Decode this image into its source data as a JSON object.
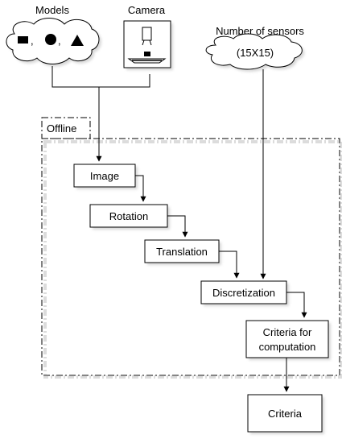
{
  "labels": {
    "models": "Models",
    "camera": "Camera",
    "sensors_title": "Number of sensors",
    "sensors_value": "(15X15)",
    "offline": "Offline"
  },
  "models_shapes": [
    "square",
    "circle",
    "triangle"
  ],
  "models_separator": ",",
  "steps": {
    "image": "Image",
    "rotation": "Rotation",
    "translation": "Translation",
    "discretization": "Discretization",
    "criteria_for_line1": "Criteria for",
    "criteria_for_line2": "computation",
    "criteria": "Criteria"
  }
}
